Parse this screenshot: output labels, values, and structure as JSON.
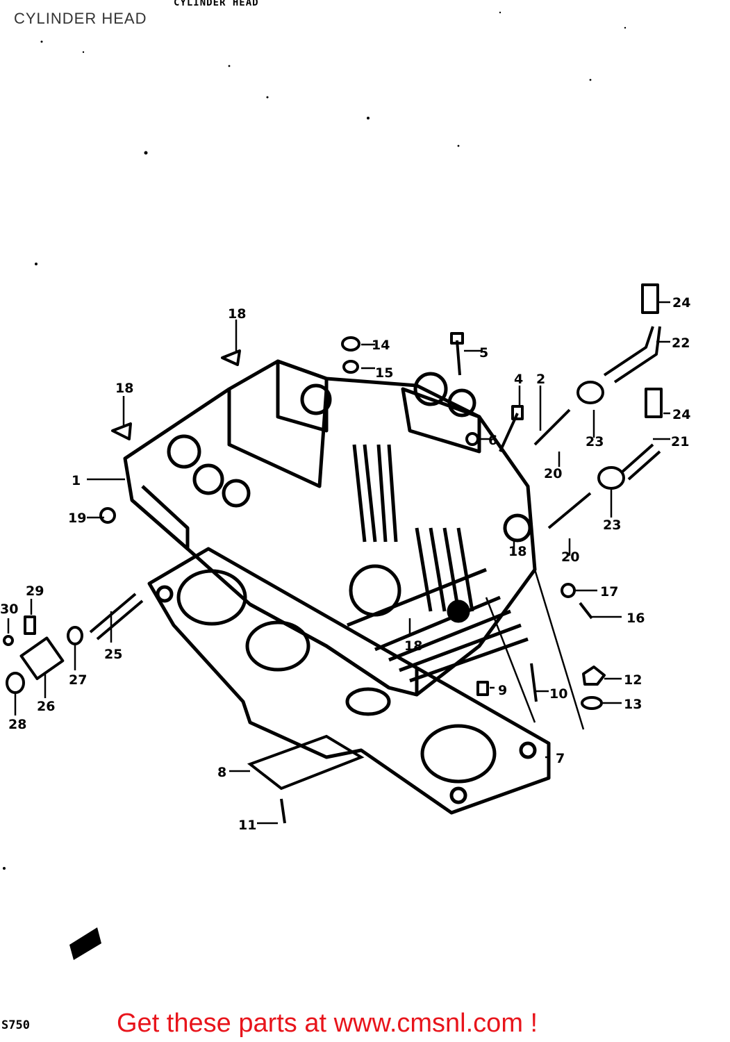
{
  "page": {
    "title": "CYLINDER HEAD",
    "scan_header": "CYLINDER HEAD",
    "model_code": "S750",
    "footer_text": "Get these parts at www.cmsnl.com !"
  },
  "callouts": [
    "1",
    "2",
    "4",
    "5",
    "6",
    "7",
    "8",
    "9",
    "10",
    "11",
    "12",
    "13",
    "14",
    "15",
    "16",
    "17",
    "18",
    "18",
    "18",
    "18",
    "19",
    "20",
    "20",
    "21",
    "22",
    "23",
    "23",
    "24",
    "24",
    "25",
    "26",
    "27",
    "28",
    "29",
    "30"
  ],
  "colors": {
    "line": "#000000",
    "footer": "#e8141b"
  }
}
